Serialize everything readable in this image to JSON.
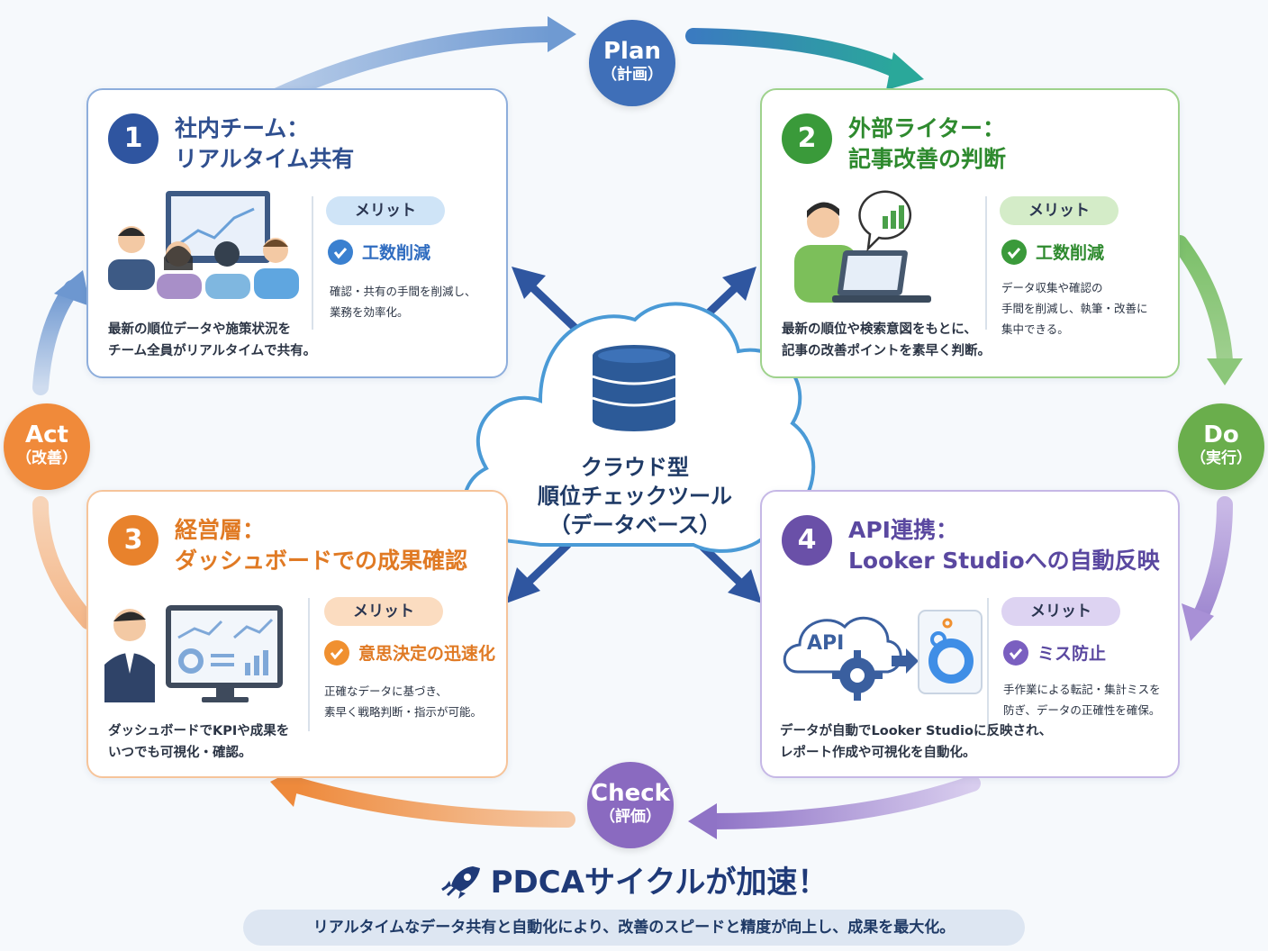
{
  "colors": {
    "plan": "#3f6fb8",
    "do": "#6aae4c",
    "check": "#8a6ac0",
    "act": "#f08a3a",
    "card1": "#2f55a0",
    "card2": "#3a9a3a",
    "card3": "#e8822c",
    "card4": "#6a50a8"
  },
  "phases": {
    "plan": {
      "en": "Plan",
      "jp": "（計画）"
    },
    "do": {
      "en": "Do",
      "jp": "（実行）"
    },
    "check": {
      "en": "Check",
      "jp": "（評価）"
    },
    "act": {
      "en": "Act",
      "jp": "（改善）"
    }
  },
  "center": {
    "line1": "クラウド型",
    "line2": "順位チェックツール",
    "line3": "（データベース）",
    "icon": "database-icon"
  },
  "cards": [
    {
      "num": "1",
      "title1": "社内チーム：",
      "title2": "リアルタイム共有",
      "merit": "メリット",
      "benefit": "工数削減",
      "benefit_desc1": "確認・共有の手間を削減し、",
      "benefit_desc2": "業務を効率化。",
      "desc1": "最新の順位データや施策状況を",
      "desc2": "チーム全員がリアルタイムで共有。",
      "icon": "team-monitor-icon"
    },
    {
      "num": "2",
      "title1": "外部ライター：",
      "title2": "記事改善の判断",
      "merit": "メリット",
      "benefit": "工数削減",
      "benefit_desc1": "データ収集や確認の",
      "benefit_desc2": "手間を削減し、執筆・改善に",
      "benefit_desc3": "集中できる。",
      "desc1": "最新の順位や検索意図をもとに、",
      "desc2": "記事の改善ポイントを素早く判断。",
      "icon": "writer-laptop-icon"
    },
    {
      "num": "3",
      "title1": "経営層：",
      "title2": "ダッシュボードでの成果確認",
      "merit": "メリット",
      "benefit": "意思決定の迅速化",
      "benefit_desc1": "正確なデータに基づき、",
      "benefit_desc2": "素早く戦略判断・指示が可能。",
      "desc1": "ダッシュボードでKPIや成果を",
      "desc2": "いつでも可視化・確認。",
      "icon": "executive-dashboard-icon"
    },
    {
      "num": "4",
      "title1": "API連携：",
      "title2": "Looker Studioへの自動反映",
      "merit": "メリット",
      "benefit": "ミス防止",
      "benefit_desc1": "手作業による転記・集計ミスを",
      "benefit_desc2": "防ぎ、データの正確性を確保。",
      "desc1": "データが自動でLooker Studioに反映され、",
      "desc2": "レポート作成や可視化を自動化。",
      "api_label": "API",
      "icon": "api-cloud-looker-icon"
    }
  ],
  "footer": {
    "title": "PDCAサイクルが加速！",
    "subtitle": "リアルタイムなデータ共有と自動化により、改善のスピードと精度が向上し、成果を最大化。",
    "icon": "rocket-icon"
  }
}
